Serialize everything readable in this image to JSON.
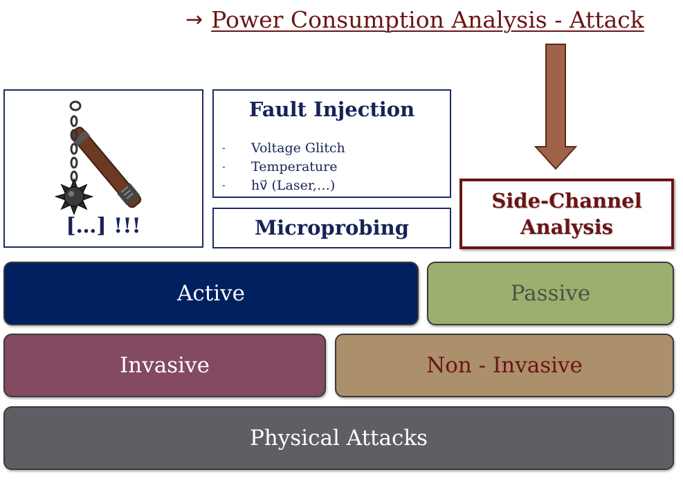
{
  "title": {
    "arrow": "→",
    "text": "Power Consumption Analysis - Attack"
  },
  "flail": {
    "caption": "[…] !!!"
  },
  "fault_injection": {
    "title": "Fault Injection",
    "items": [
      {
        "dash": "-",
        "label": "Voltage Glitch"
      },
      {
        "dash": "-",
        "label": "Temperature"
      },
      {
        "dash": "-",
        "label": "hv⃗ (Laser,…)"
      }
    ]
  },
  "microprobing": {
    "label": "Microprobing"
  },
  "side_channel": {
    "line1": "Side-Channel",
    "line2": "Analysis"
  },
  "bars": {
    "active": "Active",
    "passive": "Passive",
    "invasive": "Invasive",
    "non_invasive": "Non - Invasive",
    "physical": "Physical Attacks"
  },
  "colors": {
    "dark_red": "#6b1414",
    "navy": "#002060",
    "arrow_fill": "#a0634a",
    "passive_green": "#9bb06f",
    "invasive_plum": "#834a62",
    "noninvasive_tan": "#ac8f6b",
    "physical_gray": "#5e5e64"
  }
}
